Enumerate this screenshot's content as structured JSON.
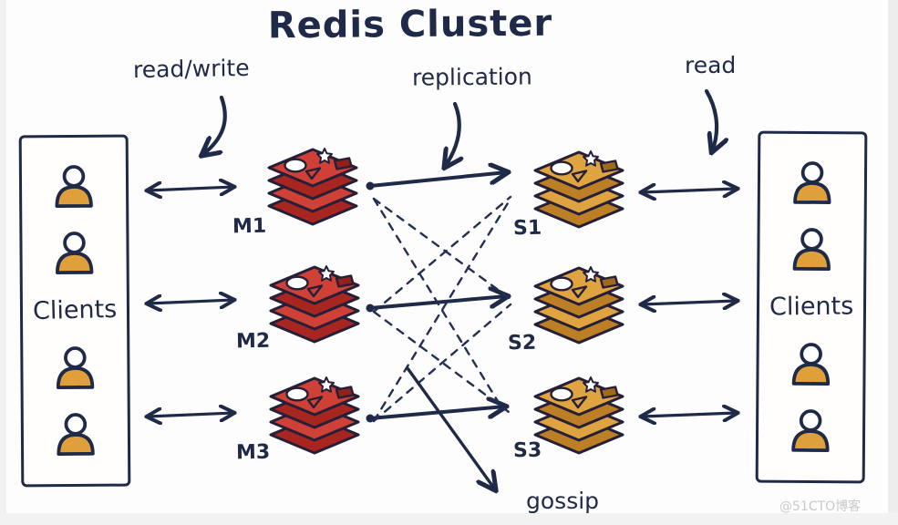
{
  "title": "Redis Cluster",
  "annotations": {
    "read_write": "read/write",
    "replication": "replication",
    "read": "read",
    "gossip": "gossip"
  },
  "clients_left": {
    "label": "Clients",
    "user_count": 4
  },
  "clients_right": {
    "label": "Clients",
    "user_count": 4
  },
  "nodes": {
    "masters": [
      {
        "label": "M1"
      },
      {
        "label": "M2"
      },
      {
        "label": "M3"
      }
    ],
    "replicas": [
      {
        "label": "S1"
      },
      {
        "label": "S2"
      },
      {
        "label": "S3"
      }
    ]
  },
  "watermark": "@51CTO博客",
  "colors": {
    "ink": "#1f2a48",
    "master_red": "#cf4036",
    "replica_gold": "#dfa340",
    "person_fill": "#dfa03c"
  }
}
